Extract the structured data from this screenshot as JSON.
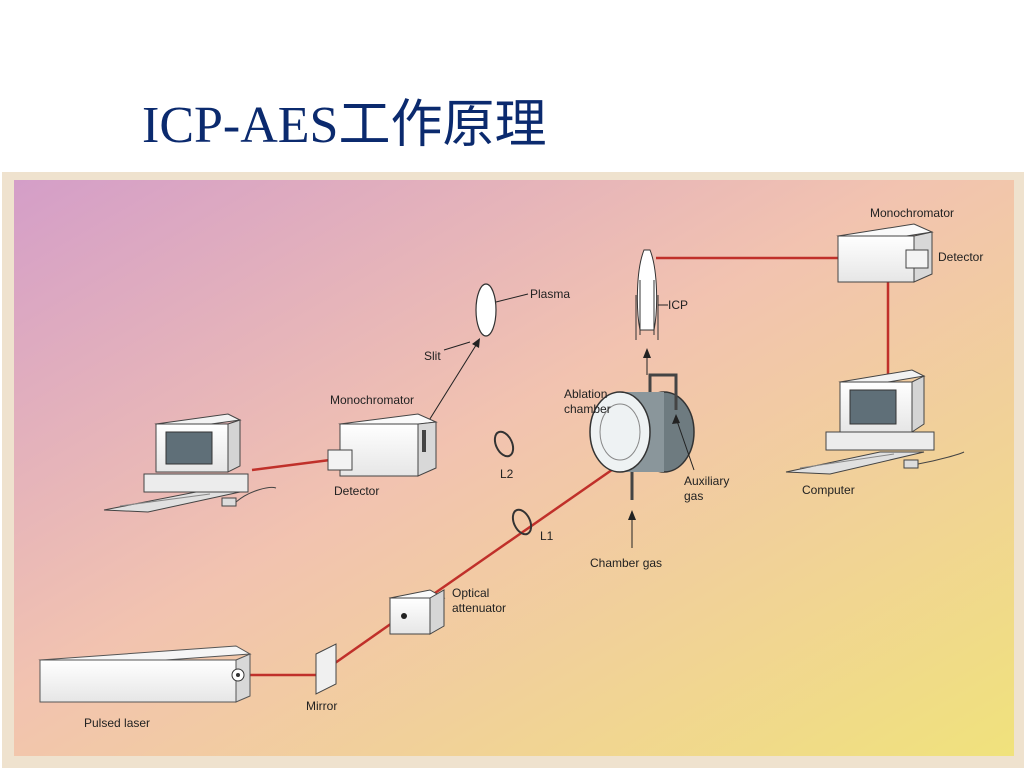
{
  "slide": {
    "title": "ICP-AES工作原理"
  },
  "colors": {
    "title": "#0b2a6e",
    "beam": "#c62828",
    "grad_left": "#d9a3c8",
    "grad_mid": "#f3c7a9",
    "grad_right": "#f1e27a"
  },
  "labels": {
    "monochromator_right": "Monochromator",
    "detector_right": "Detector",
    "icp": "ICP",
    "plasma": "Plasma",
    "slit": "Slit",
    "monochromator_left": "Monochromator",
    "ablation_chamber_line1": "Ablation",
    "ablation_chamber_line2": "chamber",
    "l2": "L2",
    "detector_left": "Detector",
    "auxiliary_gas_line1": "Auxiliary",
    "auxiliary_gas_line2": "gas",
    "computer": "Computer",
    "l1": "L1",
    "chamber_gas": "Chamber gas",
    "optical_attenuator_line1": "Optical",
    "optical_attenuator_line2": "attenuator",
    "pulsed_laser": "Pulsed laser",
    "mirror": "Mirror"
  }
}
